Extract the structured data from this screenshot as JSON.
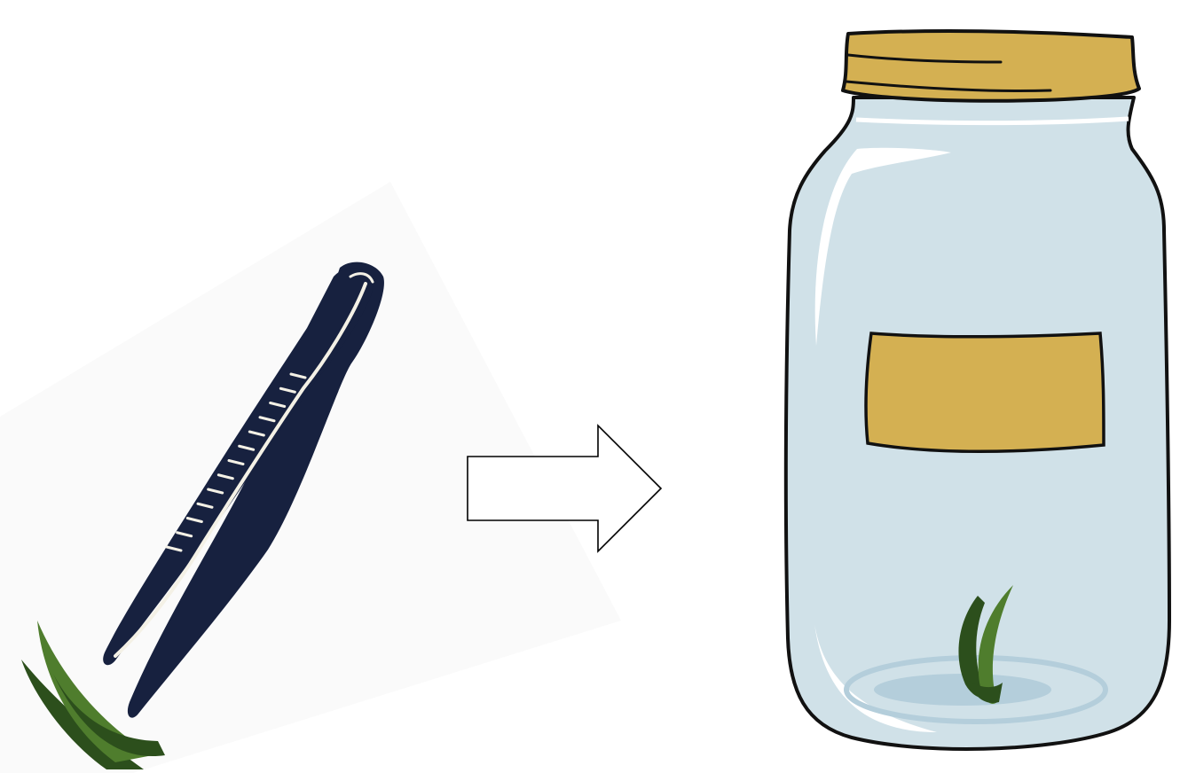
{
  "diagram": {
    "type": "process-illustration",
    "steps": [
      {
        "name": "tweezers-with-plant-cutting",
        "icon": "tweezers-icon"
      },
      {
        "name": "arrow",
        "icon": "right-arrow-icon"
      },
      {
        "name": "mason-jar-with-explant",
        "icon": "jar-icon"
      }
    ],
    "colors": {
      "tweezers": "#17213f",
      "tweezers_highlight": "#f4f1e6",
      "leaf_dark": "#2c4f1c",
      "leaf_light": "#4f7d2d",
      "lid": "#d4b052",
      "label": "#d4b052",
      "glass": "#d0e1e8",
      "glass_highlight": "#ffffff",
      "medium": "#b4cedb",
      "outline": "#111111",
      "arrow_fill": "#ffffff",
      "arrow_stroke": "#000000",
      "backdrop": "#fafafa"
    }
  }
}
